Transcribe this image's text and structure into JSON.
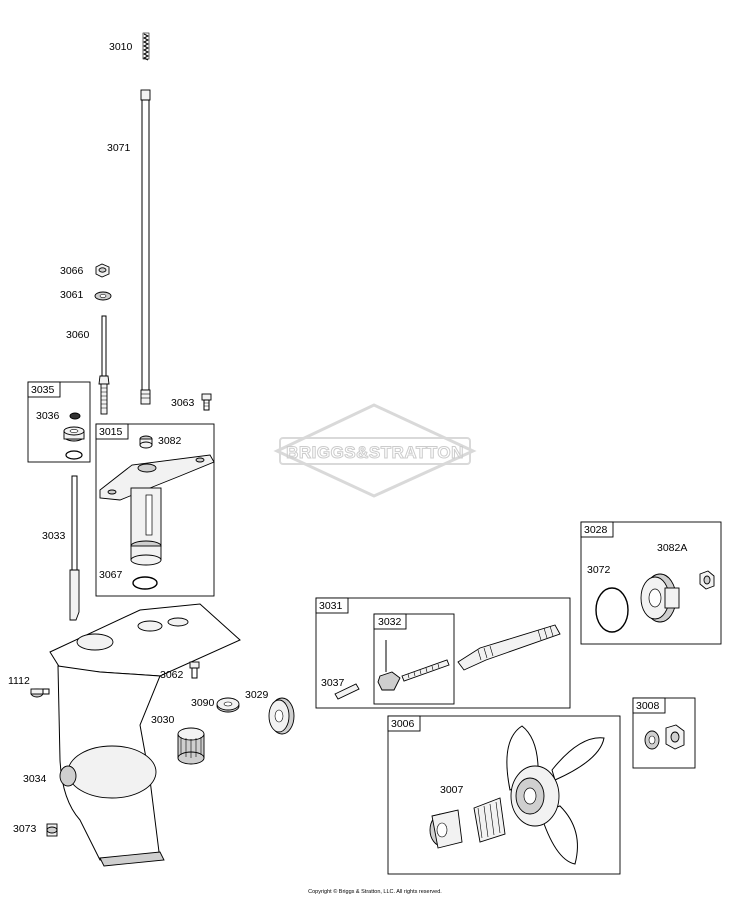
{
  "watermark": {
    "brand_text": "BRIGGS&STRATTON"
  },
  "copyright": "Copyright © Briggs & Stratton, LLC. All rights reserved.",
  "callouts": {
    "p3010": "3010",
    "p3071": "3071",
    "p3066": "3066",
    "p3061": "3061",
    "p3060": "3060",
    "p3063": "3063",
    "p3036": "3036",
    "p3082": "3082",
    "p3033": "3033",
    "p3067": "3067",
    "p1112": "1112",
    "p3062": "3062",
    "p3090": "3090",
    "p3029": "3029",
    "p3030": "3030",
    "p3034": "3034",
    "p3073": "3073",
    "p3072": "3072",
    "p3082a": "3082A",
    "p3037": "3037",
    "p3007": "3007"
  },
  "boxes": {
    "b3035": "3035",
    "b3015": "3015",
    "b3028": "3028",
    "b3031": "3031",
    "b3032": "3032",
    "b3008": "3008",
    "b3006": "3006"
  }
}
